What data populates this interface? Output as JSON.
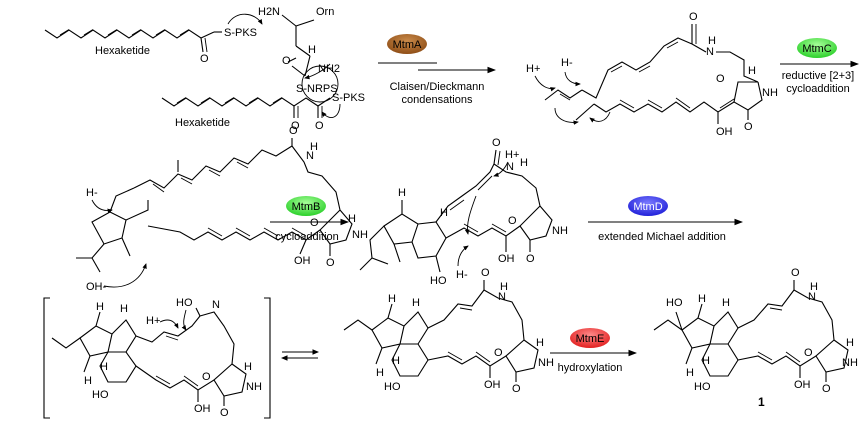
{
  "row1": {
    "hexaketide_top": "Hexaketide",
    "hexaketide_bottom": "Hexaketide",
    "s_pks_top": "S-PKS",
    "s_pks_bottom": "S-PKS",
    "s_nrps": "S-NRPS",
    "h2n": "H2N",
    "orn": "Orn",
    "nh2": "NH2",
    "step1_enzyme": "MtmA",
    "step1_condition_line1": "Claisen/Dieckmann",
    "step1_condition_line2": "condensations",
    "h_plus": "H+",
    "h_minus": "H-",
    "step2_enzyme": "MtmC",
    "step2_condition_line1": "reductive [2+3]",
    "step2_condition_line2": "cycloaddition",
    "int1_h": "H",
    "int1_n": "N",
    "int1_nh": "NH",
    "int1_o1": "O",
    "int1_o2": "O",
    "int1_oh": "OH"
  },
  "row2": {
    "h_minus": "H-",
    "oh_minus": "OH-",
    "step3_enzyme": "MtmB",
    "step3_condition": "cycloaddition",
    "step4_enzyme": "MtmD",
    "step4_condition": "extended Michael addition",
    "h_plus": "H+",
    "h_minus2": "H-",
    "ho": "HO",
    "h": "H",
    "n": "N",
    "nh": "NH",
    "o": "O",
    "oh": "OH"
  },
  "row3": {
    "h_plus": "H+",
    "ho_top": "HO",
    "ho": "HO",
    "oh": "OH",
    "h": "H",
    "n": "N",
    "nh": "NH",
    "o": "O",
    "step5_enzyme": "MtmE",
    "step5_condition": "hydroxylation",
    "product_label": "1"
  },
  "colors": {
    "MtmA": "#8b4a13",
    "MtmC": "#22cc22",
    "MtmB": "#22cc22",
    "MtmD": "#1a1ad6",
    "MtmE": "#e01818"
  }
}
